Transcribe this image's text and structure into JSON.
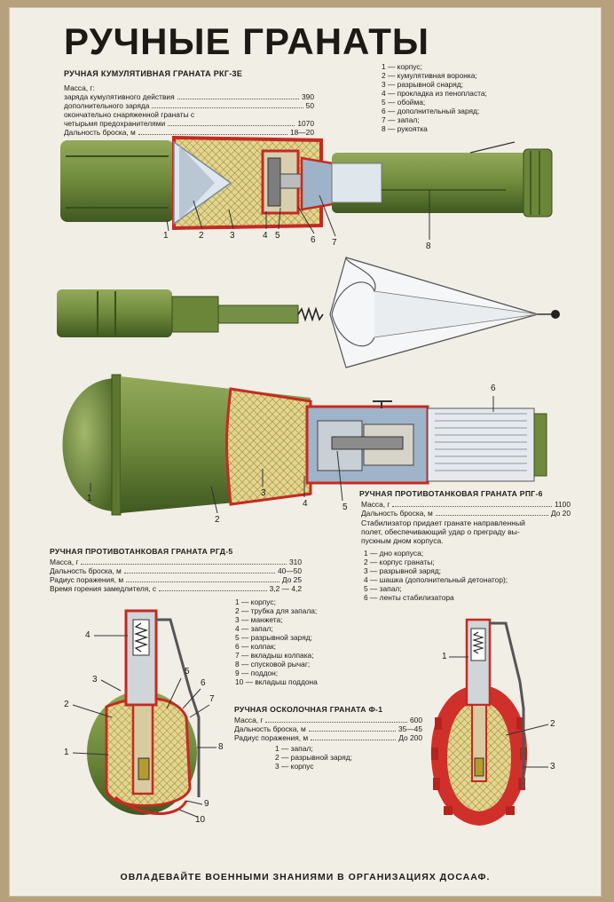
{
  "title": "РУЧНЫЕ ГРАНАТЫ",
  "rkg": {
    "heading": "РУЧНАЯ КУМУЛЯТИВНАЯ ГРАНАТА РКГ-3Е",
    "mass_label": "Масса, г:",
    "specs": [
      {
        "label": "заряда кумулятивного действия",
        "value": "390"
      },
      {
        "label": "дополнительного заряда",
        "value": "50"
      },
      {
        "label": "окончательно снаряженной гранаты с",
        "value": ""
      },
      {
        "label": "четырьмя предохранителями",
        "value": "1070"
      },
      {
        "label": "Дальность броска, м",
        "value": "18—20"
      }
    ],
    "legend": [
      "1 — корпус;",
      "2 — кумулятивная воронка;",
      "3 — разрывной снаряд;",
      "4 — прокладка из пенопласта;",
      "5 — обойма;",
      "6 — дополнительный заряд;",
      "7 — запал;",
      "8 — рукоятка"
    ],
    "callouts": [
      "1",
      "2",
      "3",
      "4",
      "5",
      "6",
      "7",
      "8"
    ]
  },
  "rpg6": {
    "heading": "РУЧНАЯ ПРОТИВОТАНКОВАЯ ГРАНАТА РПГ-6",
    "specs": [
      {
        "label": "Масса, г",
        "value": "1100"
      },
      {
        "label": "Дальность броска, м",
        "value": "До 20"
      }
    ],
    "note": "Стабилизатор придает гранате направленный\nполет, обеспечивающий удар о преграду вы-\nпускным дном корпуса.",
    "legend": [
      "1 — дно корпуса;",
      "2 — корпус гранаты;",
      "3 — разрывной заряд;",
      "4 — шашка (дополнительный детонатор);",
      "5 — запал;",
      "6 — ленты стабилизатора"
    ],
    "callouts": [
      "1",
      "2",
      "3",
      "4",
      "5",
      "6"
    ]
  },
  "rgd5": {
    "heading": "РУЧНАЯ ПРОТИВОТАНКОВАЯ ГРАНАТА РГД-5",
    "specs": [
      {
        "label": "Масса, г",
        "value": "310"
      },
      {
        "label": "Дальность броска, м",
        "value": "40—50"
      },
      {
        "label": "Радиус поражения, м",
        "value": "До 25"
      },
      {
        "label": "Время горения замедлителя, с",
        "value": "3,2 — 4,2"
      }
    ],
    "legend": [
      "1 — корпус;",
      "2 — трубка для запала;",
      "3 — манжета;",
      "4 — запал;",
      "5 — разрывной заряд;",
      "6 — колпак;",
      "7 — вкладыш колпака;",
      "8 — спусковой рычаг;",
      "9 — поддон;",
      "10 — вкладыш поддона"
    ],
    "callouts": [
      "1",
      "2",
      "3",
      "4",
      "5",
      "6",
      "7",
      "8",
      "9",
      "10"
    ]
  },
  "f1": {
    "heading": "РУЧНАЯ ОСКОЛОЧНАЯ ГРАНАТА Ф-1",
    "specs": [
      {
        "label": "Масса, г",
        "value": "600"
      },
      {
        "label": "Дальность броска, м",
        "value": "35—45"
      },
      {
        "label": "Радиус поражения, м",
        "value": "До 200"
      }
    ],
    "legend": [
      "1 — запал;",
      "2 — разрывной   заряд;",
      "3 — корпус"
    ],
    "callouts": [
      "1",
      "2",
      "3"
    ]
  },
  "footer": "ОВЛАДЕВАЙТЕ ВОЕННЫМИ ЗНАНИЯМИ В ОРГАНИЗАЦИЯХ ДОСААФ.",
  "colors": {
    "green": "#6f8a3c",
    "dark_green": "#4e6a2a",
    "red": "#d0302a",
    "hatch": "#e0d28a",
    "blue": "#9fb4c8"
  }
}
